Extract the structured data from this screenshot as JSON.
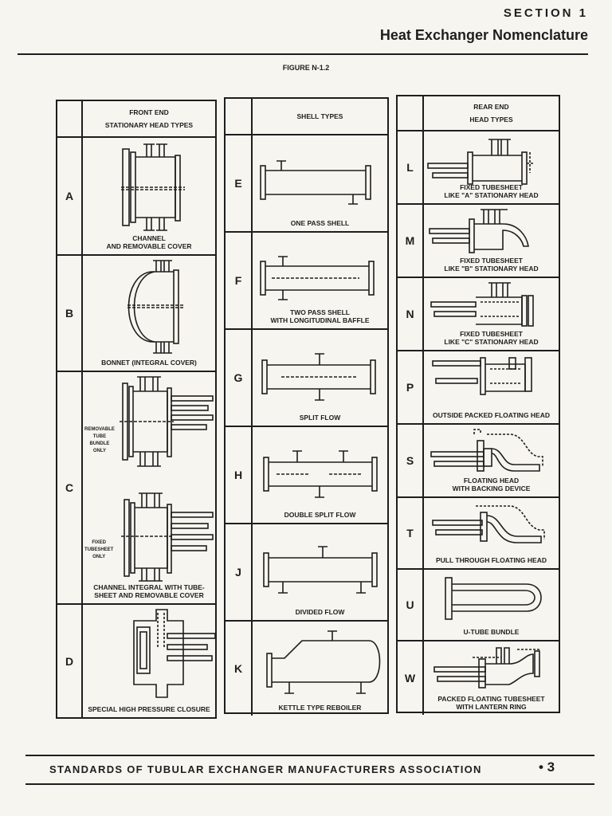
{
  "header": {
    "section": "SECTION 1",
    "title": "Heat Exchanger Nomenclature"
  },
  "figure_label": "FIGURE N-1.2",
  "columns": {
    "front": {
      "heading": "FRONT END\nSTATIONARY HEAD TYPES",
      "rows": [
        {
          "letter": "A",
          "caption": "CHANNEL\nAND REMOVABLE COVER"
        },
        {
          "letter": "B",
          "caption": "BONNET (INTEGRAL COVER)"
        },
        {
          "letter": "C",
          "caption": "CHANNEL INTEGRAL WITH TUBE-\nSHEET AND REMOVABLE COVER",
          "note_upper": "REMOVABLE\nTUBE\nBUNDLE\nONLY",
          "note_lower": "FIXED\nTUBESHEET\nONLY"
        },
        {
          "letter": "D",
          "caption": "SPECIAL HIGH PRESSURE CLOSURE"
        }
      ]
    },
    "shell": {
      "heading": "SHELL TYPES",
      "rows": [
        {
          "letter": "E",
          "caption": "ONE PASS SHELL"
        },
        {
          "letter": "F",
          "caption": "TWO PASS SHELL\nWITH LONGITUDINAL BAFFLE"
        },
        {
          "letter": "G",
          "caption": "SPLIT FLOW"
        },
        {
          "letter": "H",
          "caption": "DOUBLE SPLIT FLOW"
        },
        {
          "letter": "J",
          "caption": "DIVIDED FLOW"
        },
        {
          "letter": "K",
          "caption": "KETTLE TYPE REBOILER"
        }
      ]
    },
    "rear": {
      "heading": "REAR END\nHEAD TYPES",
      "rows": [
        {
          "letter": "L",
          "caption": "FIXED TUBESHEET\nLIKE \"A\" STATIONARY HEAD"
        },
        {
          "letter": "M",
          "caption": "FIXED TUBESHEET\nLIKE \"B\" STATIONARY HEAD"
        },
        {
          "letter": "N",
          "caption": "FIXED TUBESHEET\nLIKE \"C\" STATIONARY HEAD"
        },
        {
          "letter": "P",
          "caption": "OUTSIDE PACKED FLOATING HEAD"
        },
        {
          "letter": "S",
          "caption": "FLOATING HEAD\nWITH BACKING DEVICE"
        },
        {
          "letter": "T",
          "caption": "PULL THROUGH FLOATING HEAD"
        },
        {
          "letter": "U",
          "caption": "U-TUBE BUNDLE"
        },
        {
          "letter": "W",
          "caption": "PACKED FLOATING TUBESHEET\nWITH LANTERN RING"
        }
      ]
    }
  },
  "footer": {
    "text": "STANDARDS OF TUBULAR EXCHANGER MANUFACTURERS ASSOCIATION",
    "page": "• 3"
  }
}
